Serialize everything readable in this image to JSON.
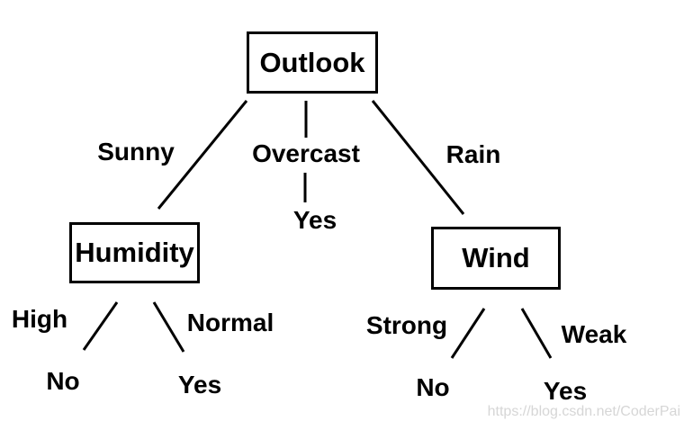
{
  "nodes": {
    "outlook": "Outlook",
    "humidity": "Humidity",
    "wind": "Wind"
  },
  "edge_labels": {
    "sunny": "Sunny",
    "overcast": "Overcast",
    "rain": "Rain",
    "high": "High",
    "normal": "Normal",
    "strong": "Strong",
    "weak": "Weak"
  },
  "leaf_labels": {
    "overcast_yes": "Yes",
    "high_no": "No",
    "normal_yes": "Yes",
    "strong_no": "No",
    "weak_yes": "Yes"
  },
  "watermark": {
    "text": "https://blog.csdn.net/CoderPai"
  },
  "colors": {
    "background": "#ffffff",
    "line": "#000000",
    "text": "#000000",
    "watermark": "#d6d6d6"
  },
  "tree_structure": {
    "root": "Outlook",
    "children": [
      {
        "edge": "Sunny",
        "node": "Humidity",
        "children": [
          {
            "edge": "High",
            "leaf": "No"
          },
          {
            "edge": "Normal",
            "leaf": "Yes"
          }
        ]
      },
      {
        "edge": "Overcast",
        "leaf": "Yes"
      },
      {
        "edge": "Rain",
        "node": "Wind",
        "children": [
          {
            "edge": "Strong",
            "leaf": "No"
          },
          {
            "edge": "Weak",
            "leaf": "Yes"
          }
        ]
      }
    ]
  }
}
